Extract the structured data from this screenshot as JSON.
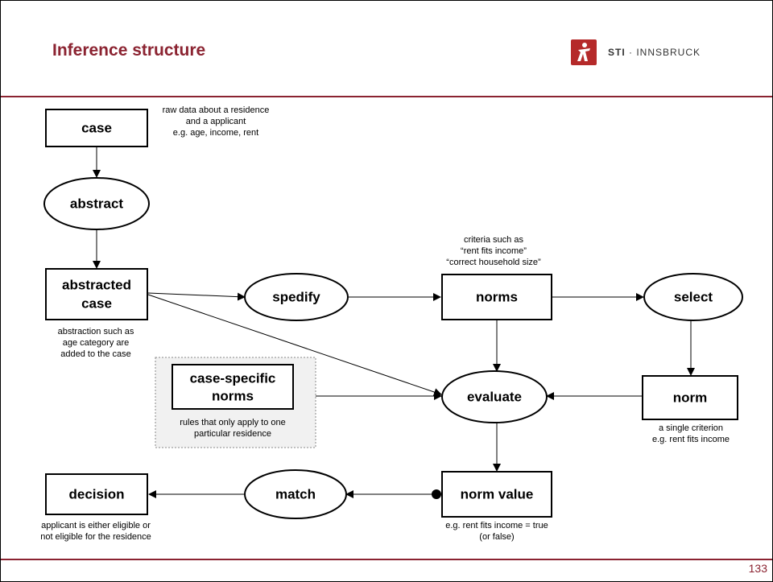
{
  "slide": {
    "title": "Inference structure",
    "logo": {
      "brand": "STI",
      "separator": " · ",
      "name": "INNSBRUCK"
    },
    "page_number": "133",
    "accent_color": "#8b2331"
  },
  "nodes": {
    "case": "case",
    "abstract": "abstract",
    "abstracted_case_1": "abstracted",
    "abstracted_case_2": "case",
    "spedify": "spedify",
    "norms": "norms",
    "select": "select",
    "case_specific_norms_1": "case-specific",
    "case_specific_norms_2": "norms",
    "evaluate": "evaluate",
    "norm": "norm",
    "decision": "decision",
    "match": "match",
    "norm_value": "norm value"
  },
  "notes": {
    "case": [
      "raw data about a residence",
      "and a applicant",
      "e.g. age, income, rent"
    ],
    "abstracted_case": [
      "abstraction such as",
      "age category are",
      "added to the case"
    ],
    "norms": [
      "criteria such as",
      "“rent fits income”",
      "“correct household size”"
    ],
    "case_specific_norms": [
      "rules that only apply to one",
      "particular residence"
    ],
    "norm": [
      "a single criterion",
      "e.g. rent fits income"
    ],
    "decision": [
      "applicant is either eligible or",
      "not eligible for the residence"
    ],
    "norm_value": [
      "e.g. rent fits income = true",
      "(or false)"
    ]
  }
}
